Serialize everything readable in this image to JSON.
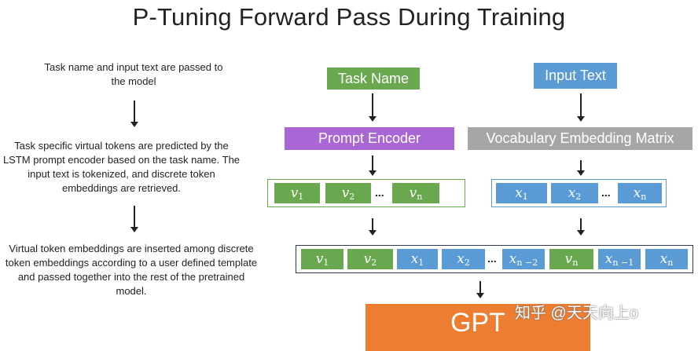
{
  "title": "P-Tuning Forward Pass During Training",
  "steps": [
    "Task name and input text are passed to the model",
    "Task specific virtual tokens are predicted by the LSTM prompt encoder based on the task name. The input text is tokenized, and discrete token embeddings are retrieved.",
    "Virtual token embeddings are inserted among discrete token embeddings according to a user defined template and passed together into the rest of the pretrained model."
  ],
  "boxes": {
    "task_name": "Task Name",
    "input_text": "Input Text",
    "prompt_encoder": "Prompt Encoder",
    "vocab_matrix": "Vocabulary Embedding Matrix",
    "gpt": "GPT"
  },
  "virtual_tokens": [
    {
      "base": "v",
      "sub": "1"
    },
    {
      "base": "v",
      "sub": "2"
    },
    {
      "base": "v",
      "sub": "n"
    }
  ],
  "input_tokens": [
    {
      "base": "x",
      "sub": "1"
    },
    {
      "base": "x",
      "sub": "2"
    },
    {
      "base": "x",
      "sub": "n"
    }
  ],
  "combined_tokens": [
    {
      "base": "v",
      "sub": "1"
    },
    {
      "base": "v",
      "sub": "2"
    },
    {
      "base": "x",
      "sub": "1"
    },
    {
      "base": "x",
      "sub": "2"
    },
    {
      "base": "x",
      "sub": "n −2"
    },
    {
      "base": "v",
      "sub": "n"
    },
    {
      "base": "x",
      "sub": "n −1"
    },
    {
      "base": "x",
      "sub": "n"
    }
  ],
  "ellipsis": "...",
  "watermark": "知乎 @天天向上o",
  "colors": {
    "green": "#6aa84f",
    "blue": "#5b9bd5",
    "purple": "#a967d6",
    "gray": "#a6a6a6",
    "orange": "#ed7d31"
  }
}
